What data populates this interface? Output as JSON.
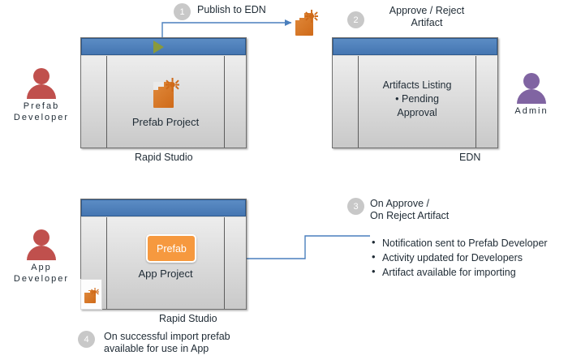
{
  "diagram": {
    "title": "Prefab publish and import workflow",
    "accent_blue": "#4576b2",
    "accent_orange": "#cf6a19",
    "badge_gray": "#c8c8c8",
    "connector_color": "#4a7fbd"
  },
  "actors": [
    {
      "id": "prefab-developer",
      "label": "Prefab\nDeveloper",
      "color": "#c0504d"
    },
    {
      "id": "app-developer",
      "label": "App\nDeveloper",
      "color": "#c0504d"
    },
    {
      "id": "admin",
      "label": "Admin",
      "color": "#8064a2"
    }
  ],
  "windows": [
    {
      "id": "prefab-project",
      "caption": "Rapid Studio",
      "content_label": "Prefab Project",
      "has_play_button": true,
      "icon": "artifact-icon"
    },
    {
      "id": "edn",
      "caption": "EDN",
      "listing_title": "Artifacts Listing",
      "listing_items": [
        "Pending Approval"
      ],
      "listing_text": "Artifacts Listing\n•  Pending\nApproval",
      "has_play_button": false
    },
    {
      "id": "app-project",
      "caption": "Rapid Studio",
      "content_label": "App  Project",
      "prefab_badge": "Prefab",
      "has_play_button": false,
      "icon": "artifact-icon"
    }
  ],
  "steps": [
    {
      "number": "1",
      "text": "Publish to EDN"
    },
    {
      "number": "2",
      "text": "Approve / Reject\nArtifact"
    },
    {
      "number": "3",
      "text": "On Approve /\nOn Reject Artifact"
    },
    {
      "number": "4",
      "text": "On successful import prefab\navailable for use in App"
    }
  ],
  "outcomes": [
    "Notification sent to Prefab Developer",
    "Activity updated for Developers",
    "Artifact available for importing"
  ],
  "icons": {
    "artifact": "artifact-icon",
    "play": "play-triangle-icon",
    "person": "person-icon"
  }
}
